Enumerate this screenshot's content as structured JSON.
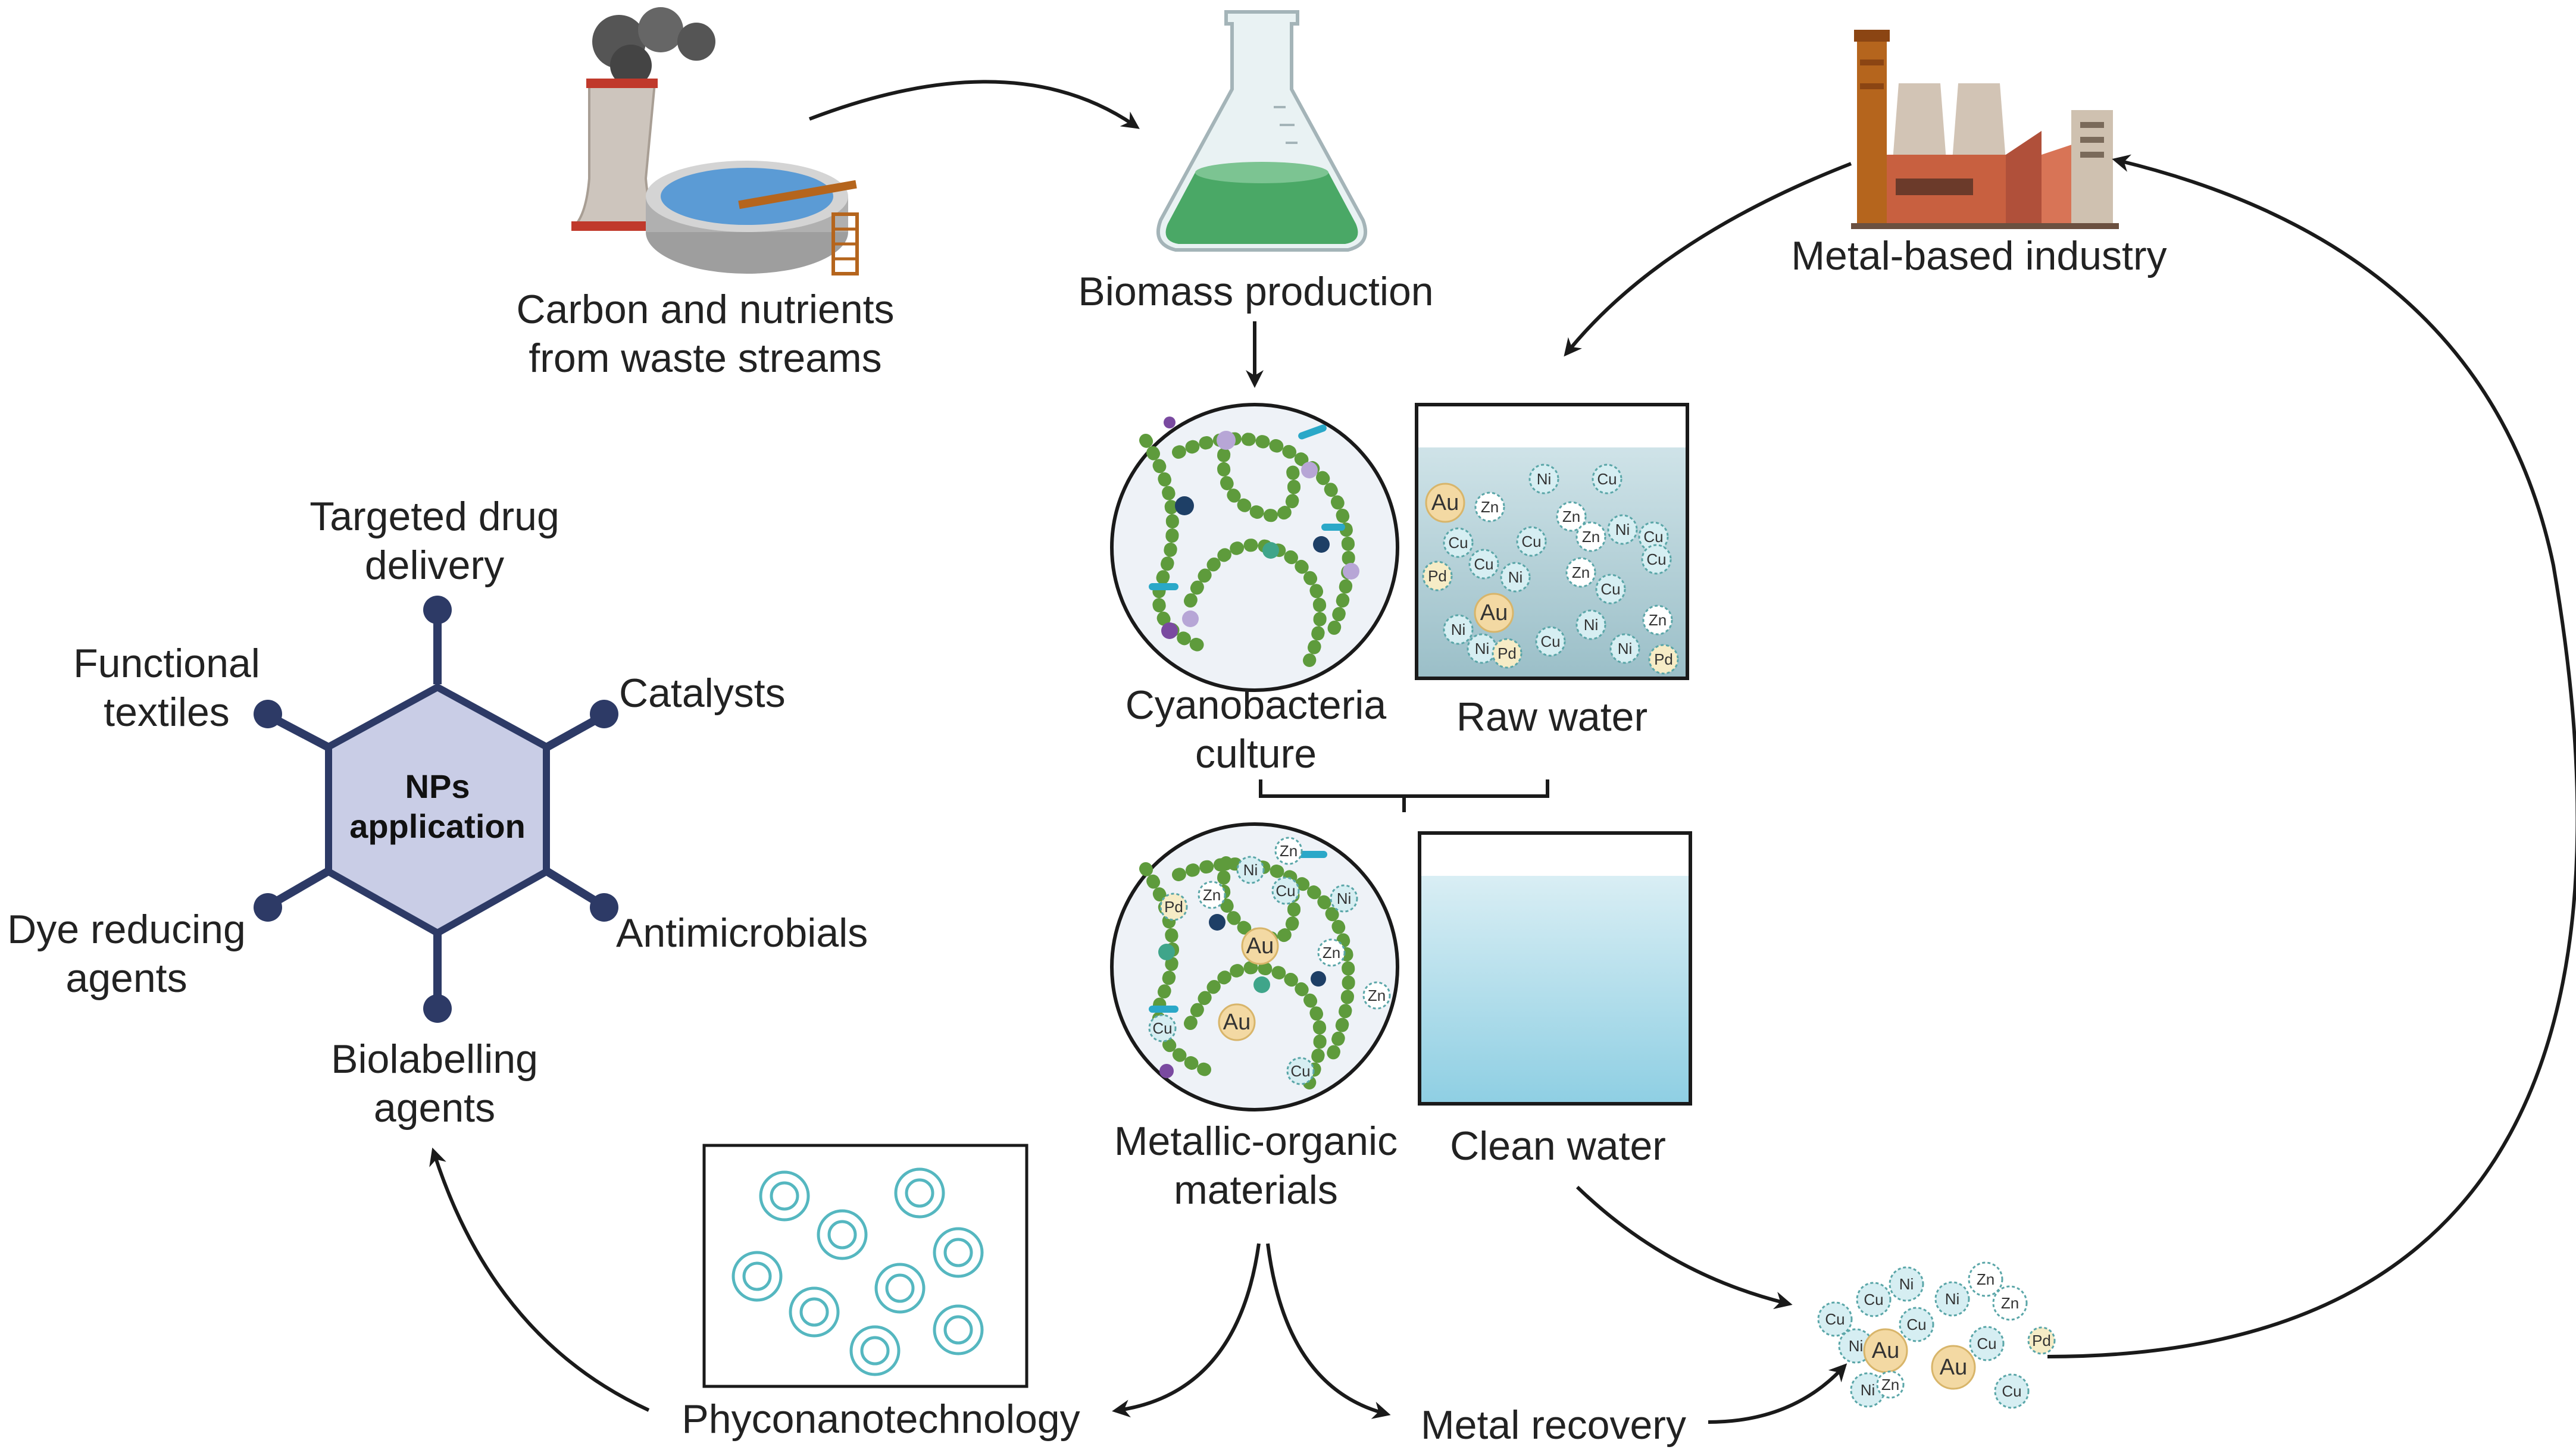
{
  "labels": {
    "waste_streams": [
      "Carbon and nutrients",
      "from waste streams"
    ],
    "biomass": "Biomass production",
    "industry": "Metal-based industry",
    "cyanobacteria": [
      "Cyanobacteria",
      "culture"
    ],
    "raw_water": "Raw water",
    "metallic_organic": [
      "Metallic-organic",
      "materials"
    ],
    "clean_water": "Clean water",
    "phyconanotech": "Phyconanotechnology",
    "metal_recovery": "Metal recovery"
  },
  "nps": {
    "center": [
      "NPs",
      "application"
    ],
    "applications": {
      "drug": [
        "Targeted drug",
        "delivery"
      ],
      "catalysts": "Catalysts",
      "antimicrobials": "Antimicrobials",
      "biolabelling": [
        "Biolabelling",
        "agents"
      ],
      "dye": [
        "Dye reducing",
        "agents"
      ]
    },
    "textiles": [
      "Functional",
      "textiles"
    ]
  },
  "ions": {
    "raw_water": [
      "Au",
      "Zn",
      "Ni",
      "Cu",
      "Cu",
      "Zn",
      "Cu",
      "Zn",
      "Ni",
      "Cu",
      "Cu",
      "Cu",
      "Ni",
      "Zn",
      "Pd",
      "Cu",
      "Au",
      "Ni",
      "Ni",
      "Zn",
      "Ni",
      "Pd",
      "Cu",
      "Ni",
      "Pd"
    ],
    "metallic": [
      "Ni",
      "Zn",
      "Pd",
      "Zn",
      "Cu",
      "Ni",
      "Au",
      "Zn",
      "Au",
      "Zn",
      "Cu",
      "Cu"
    ],
    "recovered": [
      "Cu",
      "Ni",
      "Zn",
      "Cu",
      "Ni",
      "Zn",
      "Ni",
      "Cu",
      "Au",
      "Cu",
      "Pd",
      "Au",
      "Ni",
      "Zn",
      "Cu"
    ]
  },
  "colors": {
    "arrow": "#1a1a1a",
    "hexagon_fill": "#c9cde6",
    "hexagon_stroke": "#2d3a66",
    "water": "#aedcec",
    "flask_liquid": "#4aa866",
    "cyanobacteria": "#5e9b3c",
    "gold": "#f3d9a3",
    "ion": "#d6eef2"
  }
}
